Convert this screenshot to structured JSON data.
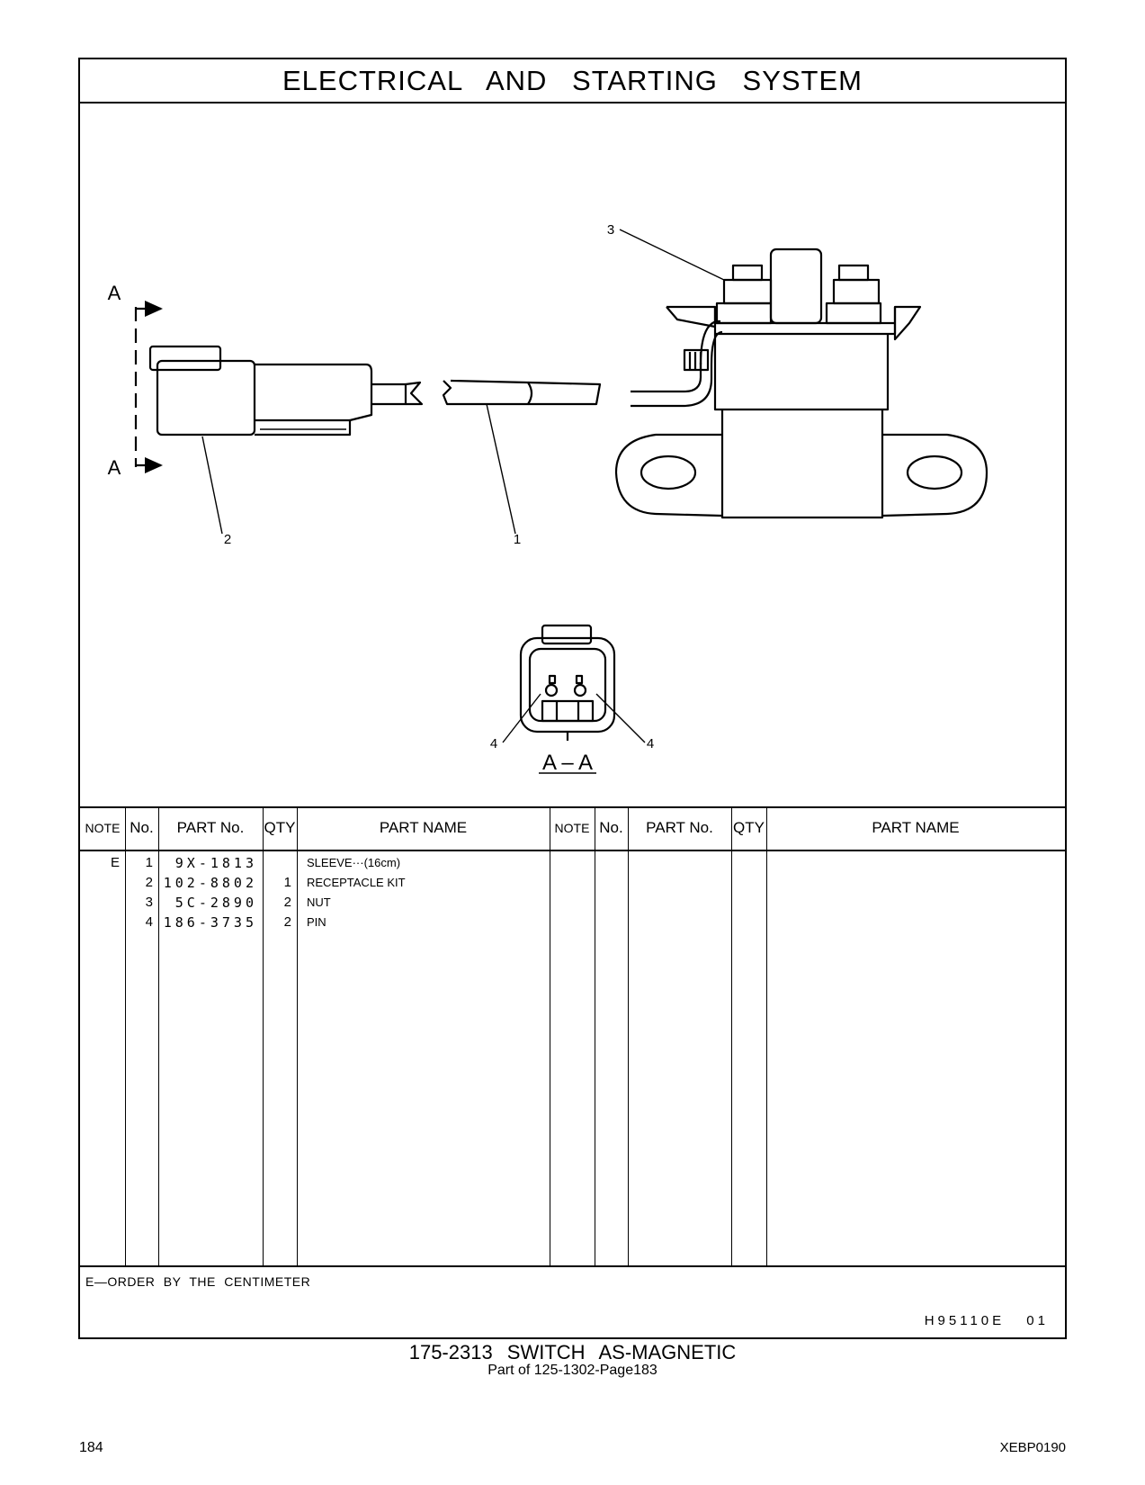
{
  "header": {
    "title": "ELECTRICAL  AND  STARTING  SYSTEM"
  },
  "diagram": {
    "callouts": [
      "1",
      "2",
      "3",
      "4",
      "4"
    ],
    "section_marks": [
      "A",
      "A"
    ],
    "section_label": "A – A"
  },
  "table": {
    "headers": [
      "NOTE",
      "No.",
      "PART No.",
      "QTY",
      "PART NAME",
      "NOTE",
      "No.",
      "PART No.",
      "QTY",
      "PART NAME"
    ],
    "rows": [
      {
        "note": "E",
        "no": "1",
        "part_no": "9X-1813",
        "qty": "",
        "name": "SLEEVE···(16cm)"
      },
      {
        "note": "",
        "no": "2",
        "part_no": "102-8802",
        "qty": "1",
        "name": "RECEPTACLE  KIT"
      },
      {
        "note": "",
        "no": "3",
        "part_no": "5C-2890",
        "qty": "2",
        "name": "NUT"
      },
      {
        "note": "",
        "no": "4",
        "part_no": "186-3735",
        "qty": "2",
        "name": "PIN"
      }
    ]
  },
  "footnote": "E—ORDER  BY  THE  CENTIMETER",
  "drawing_code": "H95110E    01",
  "caption": {
    "title": "175-2313  SWITCH  AS-MAGNETIC",
    "subtitle": "Part of 125-1302-Page183"
  },
  "footer": {
    "page_number": "184",
    "doc_id": "XEBP0190"
  }
}
